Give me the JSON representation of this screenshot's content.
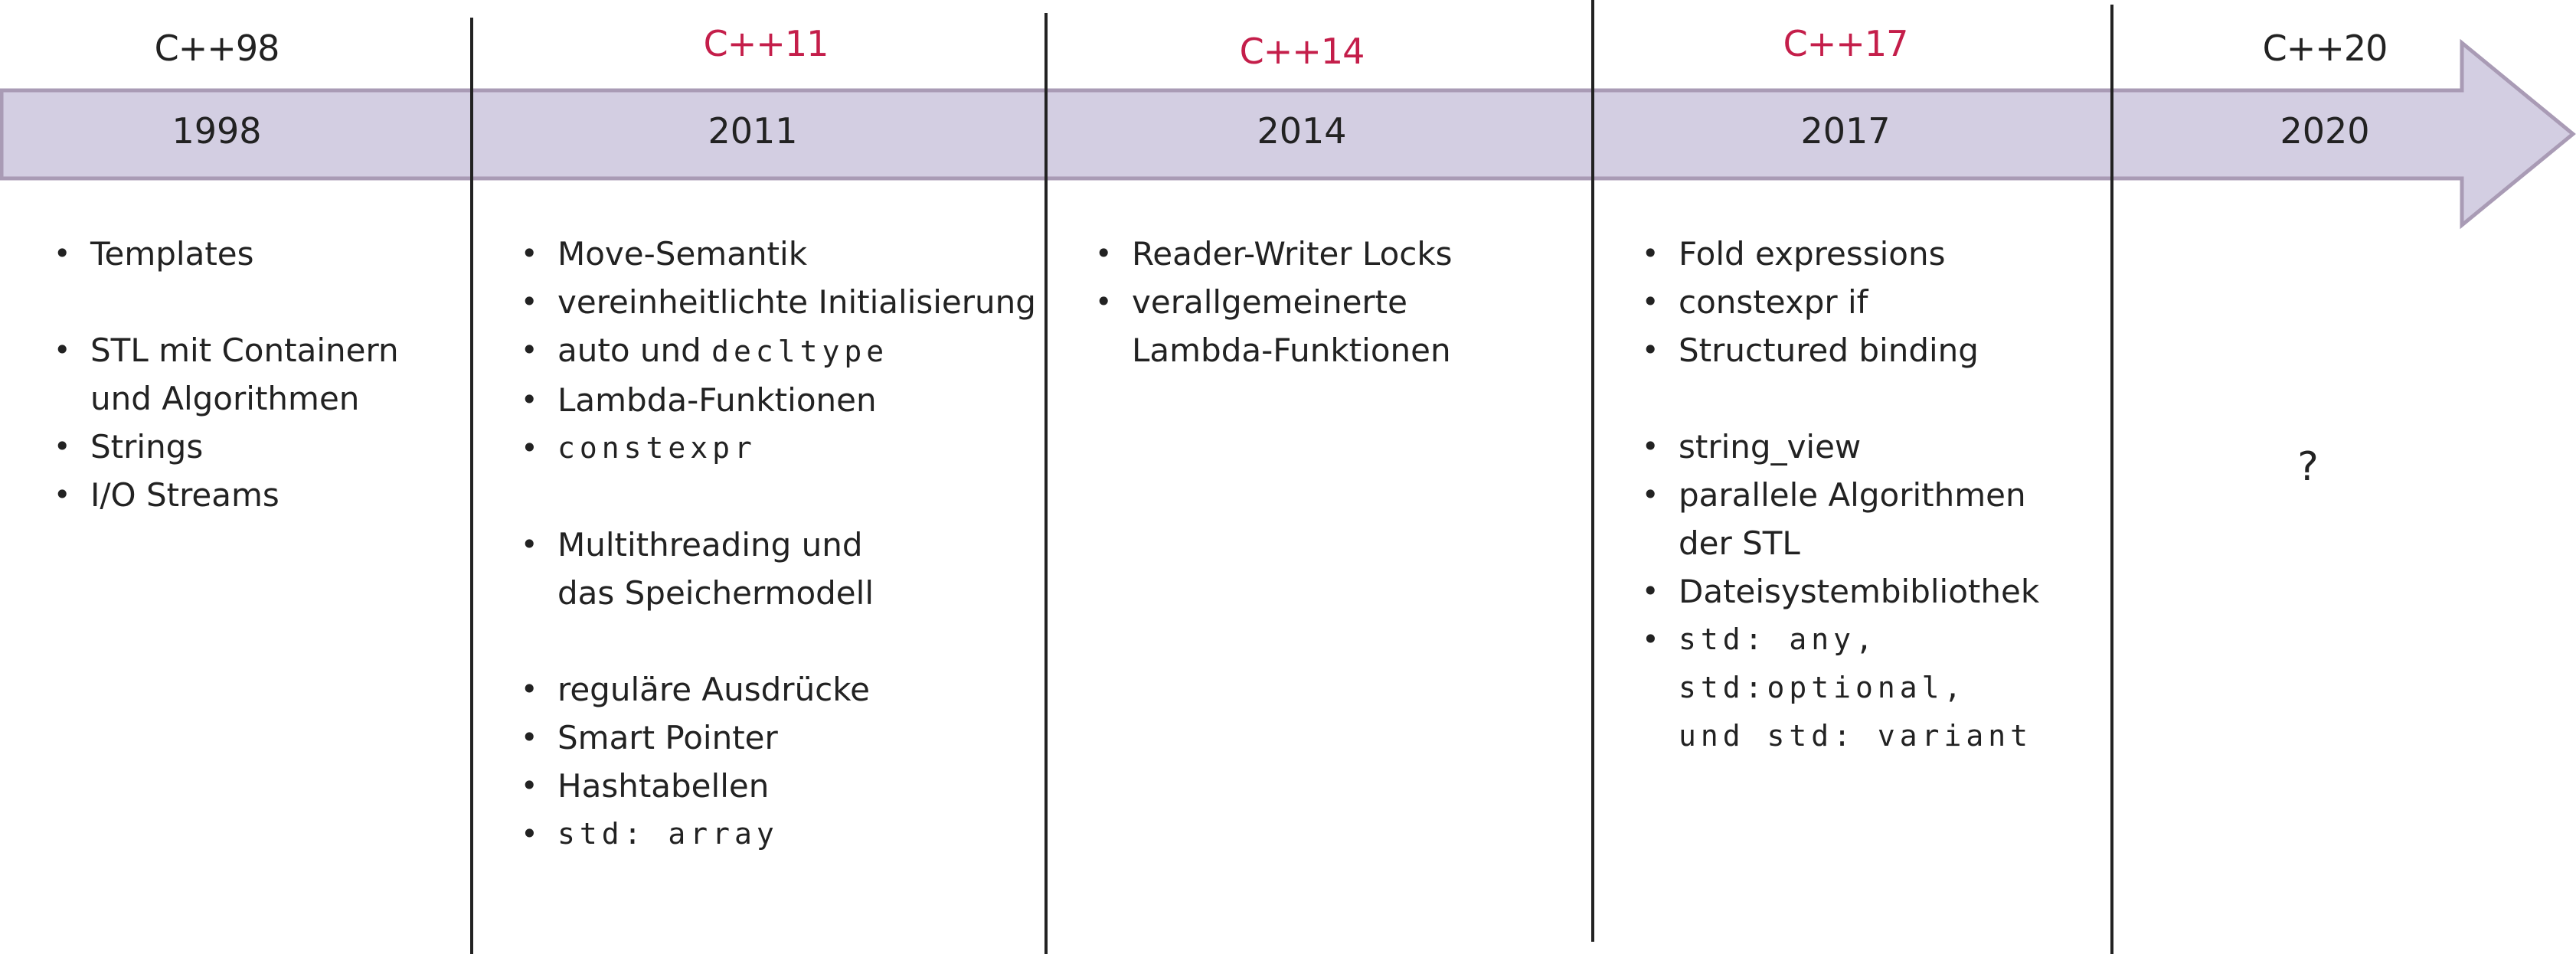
{
  "colors": {
    "band_fill": "#d3cee2",
    "band_border": "#a99bb5",
    "highlight": "#c41e4a",
    "text": "#222222"
  },
  "columns": [
    {
      "standard": "C++98",
      "year": "1998",
      "highlight": false,
      "features": [
        "Templates",
        "",
        "STL mit Containern",
        "und Algorithmen",
        "Strings",
        "I/O Streams"
      ]
    },
    {
      "standard": "C++11",
      "year": "2011",
      "highlight": true,
      "features": [
        "Move-Semantik",
        "vereinheitlichte Initialisierung",
        "auto und ",
        "decltype",
        "Lambda-Funktionen",
        "constexpr",
        "",
        "Multithreading und",
        "das Speichermodell",
        "",
        "reguläre Ausdrücke",
        "Smart Pointer",
        "Hashtabellen",
        "std: array"
      ]
    },
    {
      "standard": "C++14",
      "year": "2014",
      "highlight": true,
      "features": [
        "Reader-Writer Locks",
        "verallgemeinerte",
        "Lambda-Funktionen"
      ]
    },
    {
      "standard": "C++17",
      "year": "2017",
      "highlight": true,
      "features": [
        "Fold expressions",
        "constexpr if",
        "Structured binding",
        "",
        "string_view",
        "parallele Algorithmen",
        "der STL",
        "Dateisystembibliothek",
        "std: any,",
        "std:optional,",
        "und std: variant"
      ]
    },
    {
      "standard": "C++20",
      "year": "2020",
      "highlight": false,
      "features": [
        "?"
      ]
    }
  ]
}
